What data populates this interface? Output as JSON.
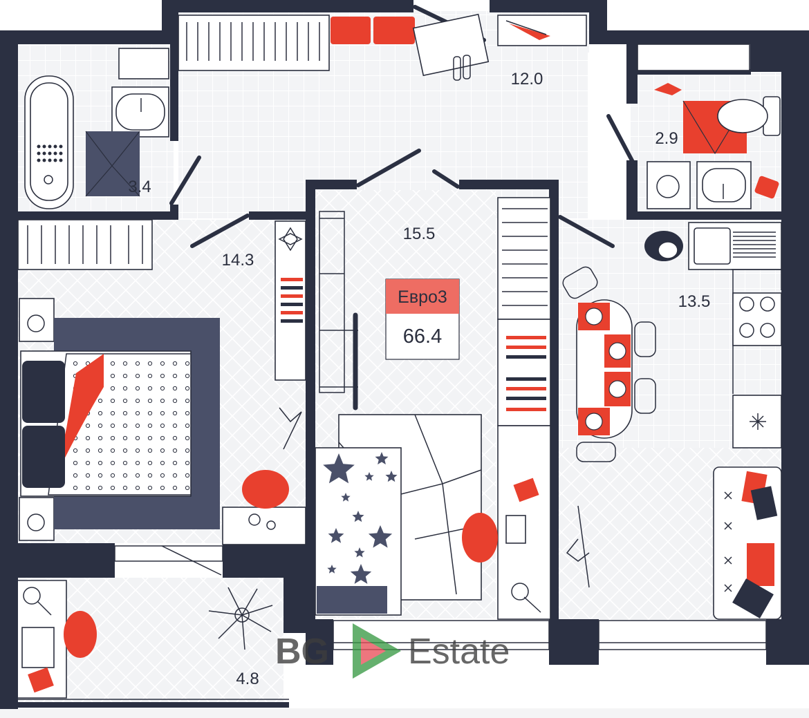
{
  "rooms": [
    {
      "id": "bathroom",
      "area": "3.4"
    },
    {
      "id": "hallway",
      "area": "12.0"
    },
    {
      "id": "wc",
      "area": "2.9"
    },
    {
      "id": "bedroom",
      "area": "14.3"
    },
    {
      "id": "kids-room",
      "area": "15.5"
    },
    {
      "id": "kitchen",
      "area": "13.5"
    },
    {
      "id": "balcony",
      "area": "4.8"
    }
  ],
  "badge": {
    "type": "Евро3",
    "total_area": "66.4"
  },
  "watermark": {
    "text_left": "BG",
    "text_right": "Estate"
  },
  "colors": {
    "wall": "#2b3042",
    "accent": "#e8402e",
    "navy": "#4a5069",
    "floor": "#f3f4f6"
  }
}
